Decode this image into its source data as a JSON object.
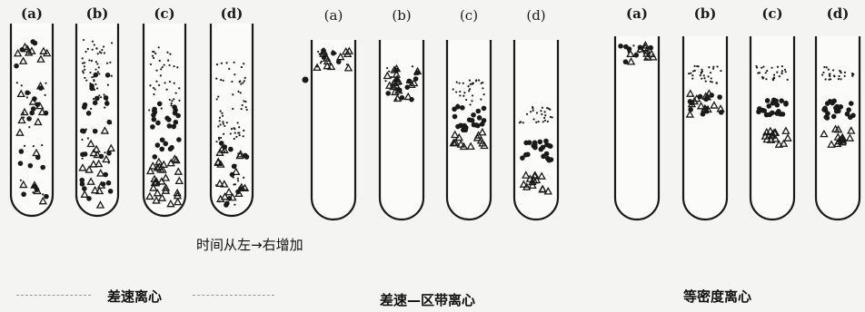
{
  "panels": [
    {
      "caption": "差速离心",
      "tubes": [
        {
          "label": "(a)"
        },
        {
          "label": "(b)"
        },
        {
          "label": "(c)"
        },
        {
          "label": "(d)"
        }
      ]
    },
    {
      "caption": "差速—区带离心",
      "tubes": [
        {
          "label": "(a)"
        },
        {
          "label": "(b)"
        },
        {
          "label": "(c)"
        },
        {
          "label": "(d)"
        }
      ]
    },
    {
      "caption": "等密度离心",
      "tubes": [
        {
          "label": "(a)"
        },
        {
          "label": "(b)"
        },
        {
          "label": "(c)"
        },
        {
          "label": "(d)"
        }
      ]
    }
  ],
  "time_note": "时间从左→右增加",
  "colors": {
    "ink": "#1a1a1a",
    "tube_fill": "#fbfbf9",
    "background": "#f4f4f2"
  }
}
